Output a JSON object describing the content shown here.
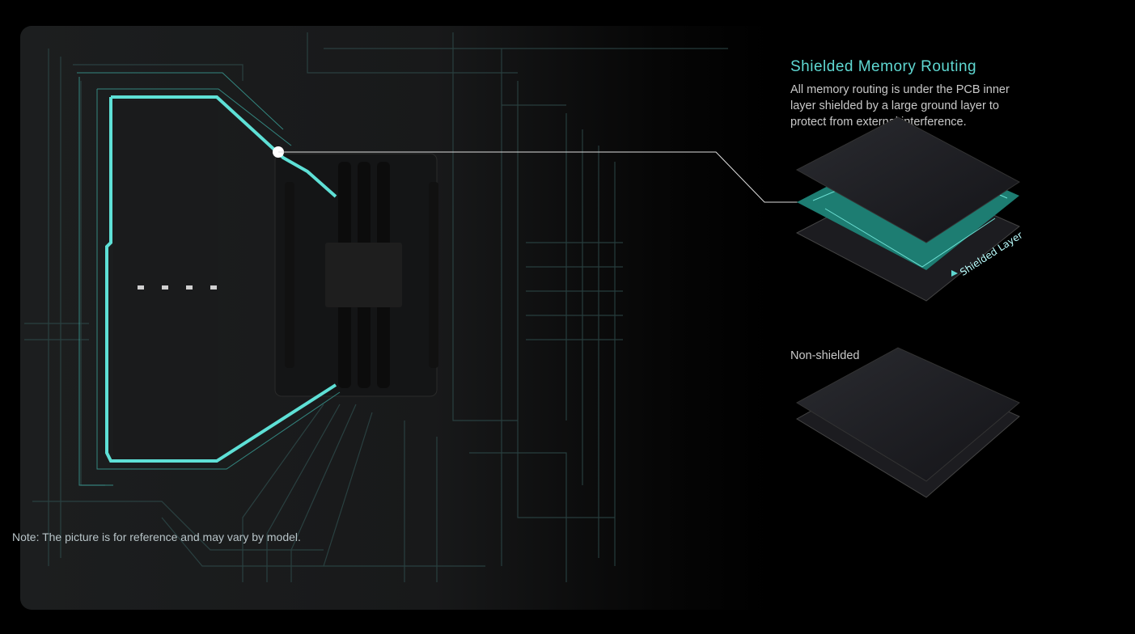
{
  "feature": {
    "title": "Shielded Memory Routing",
    "description": "All memory routing is under the PCB inner layer shielded by a large ground layer to protect from external interference.",
    "shielded_layer_label": "Shielded Layer",
    "non_shielded_label": "Non-shielded"
  },
  "note": "Note: The picture is for reference and may vary by model.",
  "colors": {
    "accent": "#5fd8d2",
    "layer": "#1d7d72",
    "background": "#000000"
  }
}
